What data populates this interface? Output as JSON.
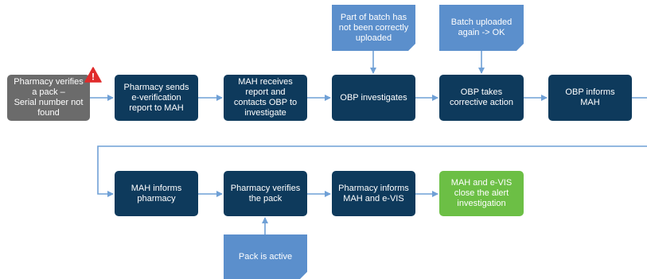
{
  "colors": {
    "process_box": "#0e3a5c",
    "start_box": "#6b6b6b",
    "end_box": "#6cbf45",
    "note": "#5b8fcc",
    "connector": "#6fa0d6",
    "warning": "#e02b2b"
  },
  "icons": {
    "warning": "warning-triangle-icon"
  },
  "flow": {
    "row1": [
      {
        "id": "pharmacy-verifies",
        "label": "Pharmacy verifies\na pack –\nSerial number not\nfound"
      },
      {
        "id": "pharmacy-sends",
        "label": "Pharmacy sends\ne-verification\nreport to MAH"
      },
      {
        "id": "mah-receives",
        "label": "MAH receives\nreport and\ncontacts OBP to\ninvestigate"
      },
      {
        "id": "obp-investigates",
        "label": "OBP investigates"
      },
      {
        "id": "obp-corrective",
        "label": "OBP takes\ncorrective action"
      },
      {
        "id": "obp-informs",
        "label": "OBP informs\nMAH"
      }
    ],
    "row2": [
      {
        "id": "mah-informs",
        "label": "MAH informs\npharmacy"
      },
      {
        "id": "pharmacy-verifies-pack",
        "label": "Pharmacy verifies\nthe pack"
      },
      {
        "id": "pharmacy-informs",
        "label": "Pharmacy informs\nMAH and e-VIS"
      },
      {
        "id": "close-alert",
        "label": "MAH and e-VIS\nclose the alert\ninvestigation"
      }
    ]
  },
  "notes": {
    "batch_not_uploaded": "Part of batch has\nnot been correctly\nuploaded",
    "batch_reuploaded": "Batch uploaded\nagain -> OK",
    "pack_active": "Pack is active"
  },
  "warning_symbol": "!"
}
